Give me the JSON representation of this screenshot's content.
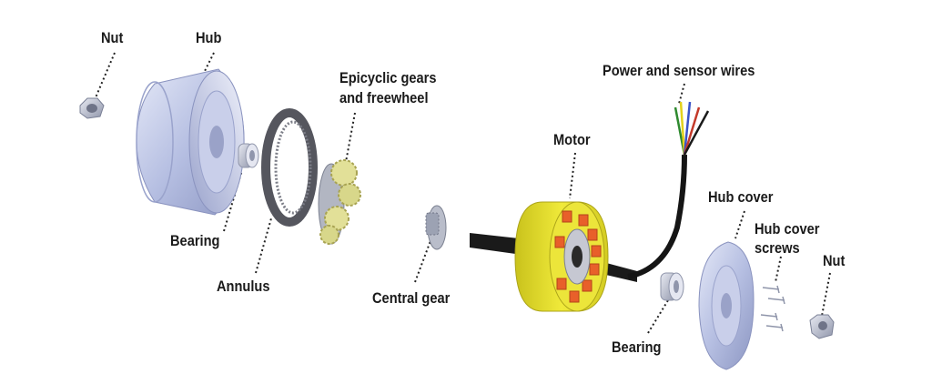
{
  "labels": {
    "nut_left": "Nut",
    "hub": "Hub",
    "epicyclic_line1": "Epicyclic gears",
    "epicyclic_line2": "and freewheel",
    "power_wires": "Power and sensor wires",
    "motor": "Motor",
    "hub_cover": "Hub cover",
    "hub_cover_screws_line1": "Hub cover",
    "hub_cover_screws_line2": "screws",
    "nut_right": "Nut",
    "bearing_left": "Bearing",
    "annulus": "Annulus",
    "central_gear": "Central gear",
    "bearing_right": "Bearing"
  },
  "colors": {
    "metal": "#b9c2e4",
    "metal_dark": "#8e98c4",
    "motor_yellow": "#e6df2a",
    "magnet_orange": "#e8602a",
    "ring_dark": "#55565e",
    "wire_black": "#151515",
    "label": "#1a1a1a"
  }
}
